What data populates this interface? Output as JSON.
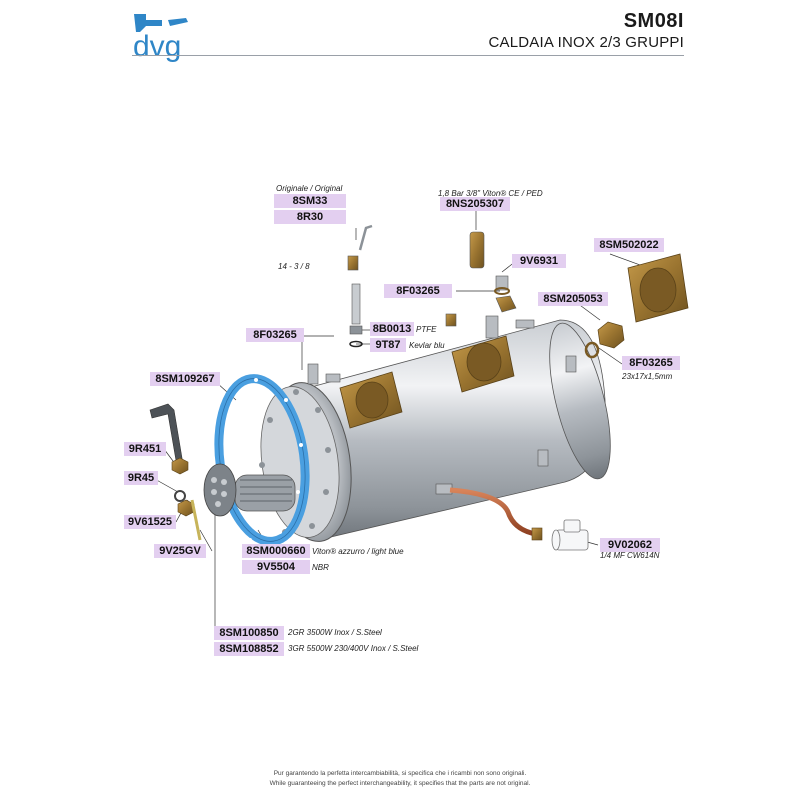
{
  "header": {
    "logo_text": "dvg",
    "code": "SM08I",
    "subtitle": "CALDAIA INOX 2/3 GRUPPI"
  },
  "notes": {
    "originale": "Originale / Original",
    "vitonce": "1,8 Bar 3/8\" Viton® CE / PED",
    "size14": "14 - 3 / 8",
    "ptfe": "PTFE",
    "kevlar": "Kevlar blu",
    "gasket_size": "23x17x1,5mm",
    "valve_spec": "1/4 MF CW614N",
    "viton_blue": "Viton® azzurro / light blue",
    "nbr": "NBR",
    "heater_2gr": "2GR 3500W Inox / S.Steel",
    "heater_3gr": "3GR 5500W 230/400V Inox / S.Steel"
  },
  "parts": {
    "p_8SM33": "8SM33",
    "p_8R30": "8R30",
    "p_8NS205307": "8NS205307",
    "p_9V6931": "9V6931",
    "p_8SM502022": "8SM502022",
    "p_8F03265_a": "8F03265",
    "p_8SM205053": "8SM205053",
    "p_8F03265_b": "8F03265",
    "p_8B0013": "8B0013",
    "p_9T87": "9T87",
    "p_8F03265_c": "8F03265",
    "p_8SM109267": "8SM109267",
    "p_9R451": "9R451",
    "p_9R45": "9R45",
    "p_9V61525": "9V61525",
    "p_9V25GV": "9V25GV",
    "p_9V02062": "9V02062",
    "p_8SM000660": "8SM000660",
    "p_9V5504": "9V5504",
    "p_8SM100850": "8SM100850",
    "p_8SM108852": "8SM108852"
  },
  "footer": {
    "line1": "Pur garantendo la perfetta intercambiabilità, si specifica che i ricambi non sono originali.",
    "line2": "While guaranteeing the perfect interchangeability, it specifies that the parts are not original."
  },
  "colors": {
    "label_bg": "#e3cff0",
    "logo_blue": "#2f86c7",
    "gasket_blue": "#4a9fe0",
    "brass": "#9a7430"
  }
}
